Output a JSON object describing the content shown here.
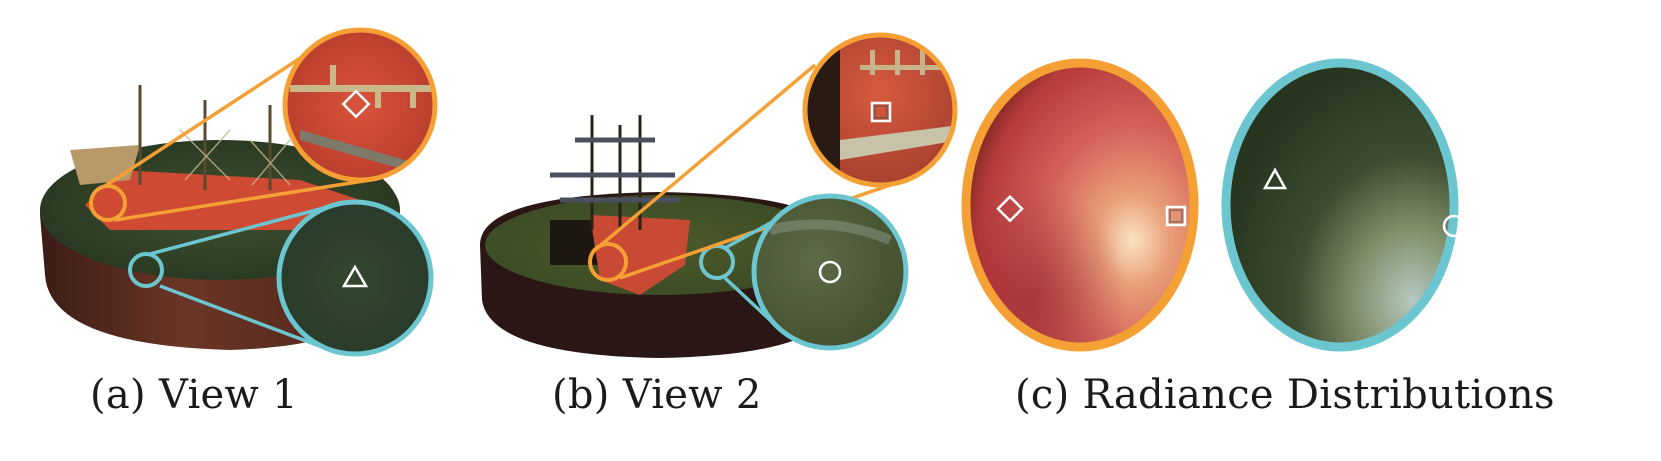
{
  "figure": {
    "panels": [
      {
        "id": "a",
        "caption": "(a) View 1",
        "insets": [
          {
            "border_color": "#F5A034",
            "marker": "diamond",
            "content": "ship hull close-up"
          },
          {
            "border_color": "#6CC6CF",
            "marker": "triangle",
            "content": "water surface close-up"
          }
        ]
      },
      {
        "id": "b",
        "caption": "(b) View 2",
        "insets": [
          {
            "border_color": "#F5A034",
            "marker": "square",
            "content": "ship hull close-up"
          },
          {
            "border_color": "#6CC6CF",
            "marker": "circle",
            "content": "water surface close-up"
          }
        ]
      },
      {
        "id": "c",
        "caption": "(c) Radiance Distributions",
        "distributions": [
          {
            "border_color": "#F5A034",
            "markers": [
              "diamond",
              "square"
            ],
            "palette": "red-orange-cream"
          },
          {
            "border_color": "#6CC6CF",
            "markers": [
              "triangle",
              "circle"
            ],
            "palette": "dark-green-pale-blue"
          }
        ]
      }
    ],
    "colors": {
      "orange": "#F5A034",
      "cyan": "#6CC6CF",
      "hull_red": "#D4533A",
      "water_green": "#34452A",
      "tub_brown": "#5A2E22"
    }
  }
}
